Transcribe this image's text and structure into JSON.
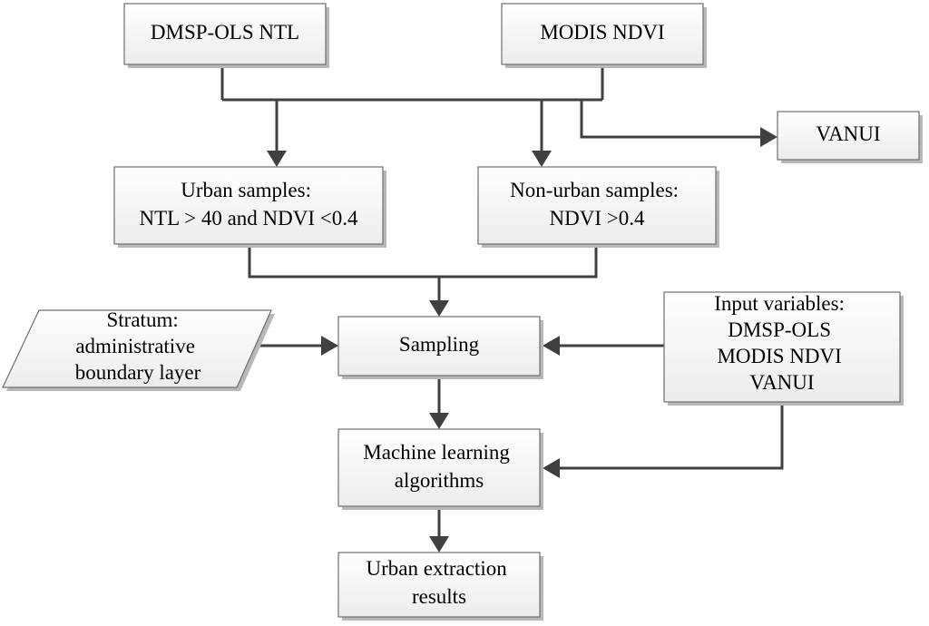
{
  "nodes": {
    "dmsp": {
      "lines": [
        "DMSP-OLS NTL"
      ]
    },
    "modis": {
      "lines": [
        "MODIS NDVI"
      ]
    },
    "vanui": {
      "lines": [
        "VANUI"
      ]
    },
    "urban_samples": {
      "lines": [
        "Urban samples:",
        "NTL > 40 and NDVI <0.4"
      ]
    },
    "nonurban_samples": {
      "lines": [
        "Non-urban samples:",
        "NDVI >0.4"
      ]
    },
    "stratum": {
      "lines": [
        "Stratum:",
        "administrative",
        "boundary layer"
      ]
    },
    "sampling": {
      "lines": [
        "Sampling"
      ]
    },
    "input_vars": {
      "lines": [
        "Input variables:",
        "DMSP-OLS",
        "MODIS NDVI",
        "VANUI"
      ]
    },
    "ml": {
      "lines": [
        "Machine learning",
        "algorithms"
      ]
    },
    "results": {
      "lines": [
        "Urban extraction",
        "results"
      ]
    }
  },
  "colors": {
    "box_fill_top": "#ffffff",
    "box_fill_bottom": "#ececec",
    "box_stroke": "#6e6e6e",
    "edge": "#404040",
    "text": "#000000"
  }
}
